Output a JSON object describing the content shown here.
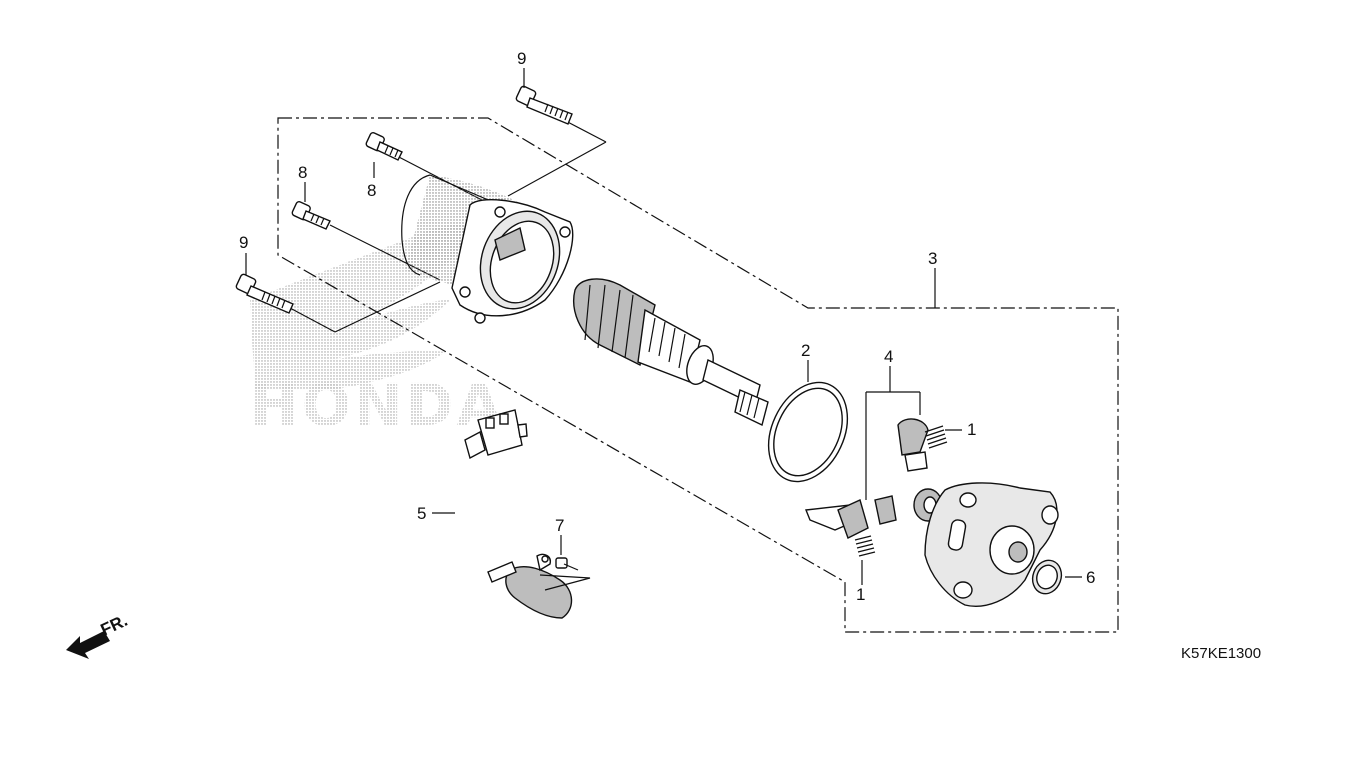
{
  "diagram": {
    "watermark_text": "HONDA",
    "diagram_code": "K57KE1300",
    "front_indicator": "FR.",
    "callouts": {
      "c9_top": "9",
      "c8_upper": "8",
      "c8_left": "8",
      "c9_left": "9",
      "c3": "3",
      "c2": "2",
      "c4": "4",
      "c1_upper": "1",
      "c1_lower": "1",
      "c5": "5",
      "c7": "7",
      "c6": "6"
    }
  }
}
